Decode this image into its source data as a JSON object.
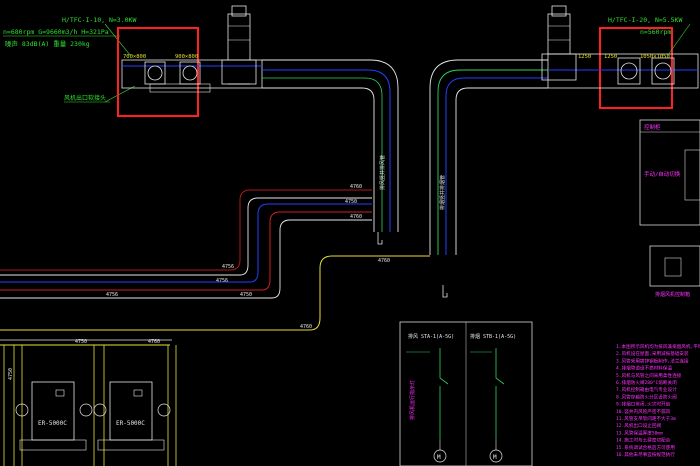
{
  "colors": {
    "background": "#000000",
    "pipe_white": "#e6e6e6",
    "pipe_yellow": "#e8e030",
    "pipe_red": "#d02020",
    "pipe_blue": "#2040ff",
    "pipe_green": "#30d060",
    "annotation_green": "#30e030",
    "highlight_red": "#ff2020",
    "magenta_text": "#ff30ff",
    "cyan_text": "#30e0e0",
    "panel_white": "#d8d8d8"
  },
  "fan_left": {
    "spec_line": "H/TFC-I-10, N=3.0KW",
    "rpm_airflow": "n=680rpm  G=9660m3/h  H=321Pa",
    "noise_weight": "噪声  83dB(A)  重量  230kg",
    "note": "风机出口软接头",
    "dims": [
      "700×800",
      "900×800"
    ]
  },
  "fan_right": {
    "spec_line": "H/TFC-I-20, N=5.5KW",
    "rpm_airflow": "n=560rpm",
    "dims": [
      "1250",
      "1250",
      "1050×1050"
    ]
  },
  "pipe_labels": [
    "4760",
    "4750",
    "4760",
    "4756",
    "4756",
    "4750",
    "4756",
    "4760",
    "4760",
    "4750",
    "4760",
    "4750"
  ],
  "riser_labels": [
    "排风竖井排风管",
    "排烟竖井排烟管"
  ],
  "units": [
    "ER-5000C",
    "ER-5000C"
  ],
  "panel_right": {
    "title": "控制柜",
    "caption": "排烟风机控制箱",
    "note": "手动/自动切换"
  },
  "schematic": {
    "left_title": "排风 STA-1(A-5G)",
    "right_title": "排烟 STB-1(A-5G)",
    "middle_note": "排风机运行指示灯",
    "left_motor": "M",
    "right_motor": "M"
  },
  "notes": [
    "1.本图所示风机均为排风兼排烟风机,平时排风",
    "2.风机设在屋面,采用减振基础安装",
    "3.风管采用镀锌钢板制作,法兰连接",
    "4.排烟管道设不燃材料保温",
    "5.风机与风管之间采用柔性连接",
    "6.排烟防火阀280°C熔断关闭",
    "7.风机控制箱由电气专业设计",
    "8.风管穿越防火分区设防火阀",
    "9.排烟口常闭,火灾时开启",
    "10.竖井内风管严密不漏风",
    "11.风管支吊架间距不大于3m",
    "12.风机出口设止回阀",
    "13.风管保温厚度50mm",
    "14.施工时与土建密切配合",
    "15.系统调试合格后方可使用",
    "16.其他未尽事宜按规范执行"
  ]
}
